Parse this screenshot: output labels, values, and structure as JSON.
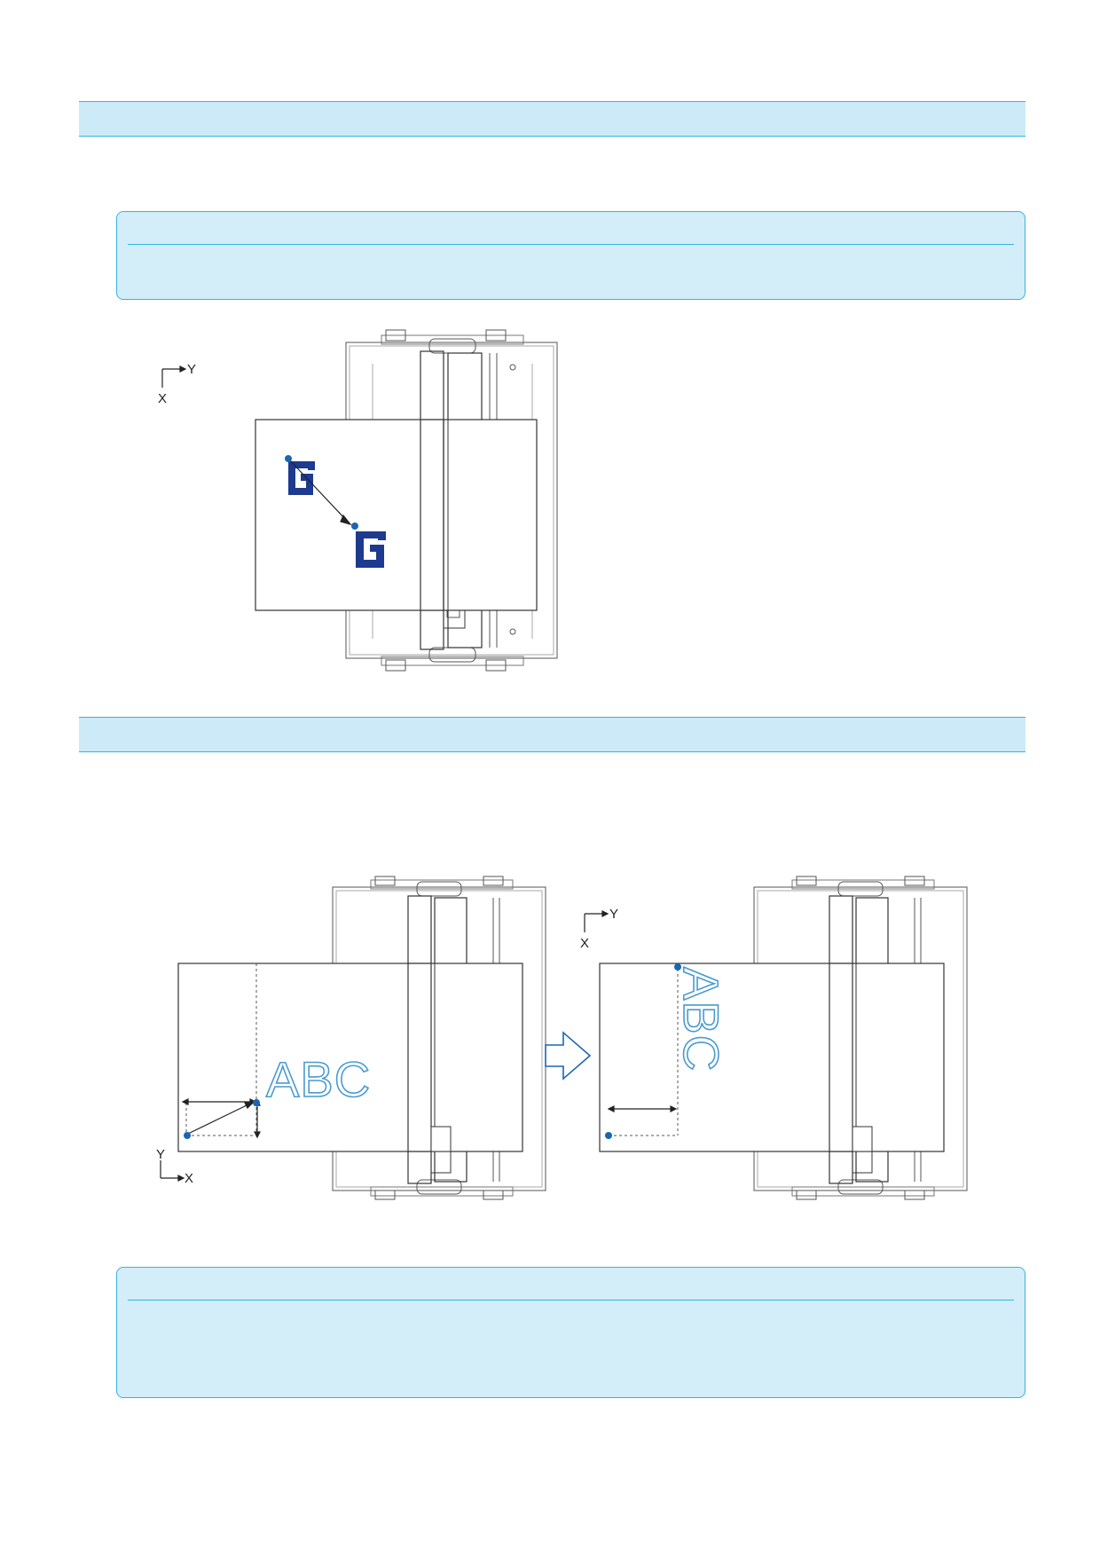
{
  "section_1": {
    "heading": ""
  },
  "note_1": {
    "title": "",
    "body": ""
  },
  "figure_1": {
    "axis_labels": {
      "horizontal": "Y",
      "vertical": "X"
    },
    "marker_icon": "g-logo-icon",
    "marker_color": "#1d3a8f",
    "point_color": "#1a66b0"
  },
  "section_2": {
    "heading": ""
  },
  "figure_2": {
    "left_axis_labels": {
      "horizontal": "X",
      "vertical": "Y"
    },
    "right_axis_labels": {
      "horizontal": "Y",
      "vertical": "X"
    },
    "sample_text": "ABC",
    "sample_text_color": "#4a9bd0",
    "transition_icon": "arrow-right-icon",
    "arrow_color": "#1a66b0"
  },
  "note_2": {
    "title": "",
    "body": ""
  }
}
